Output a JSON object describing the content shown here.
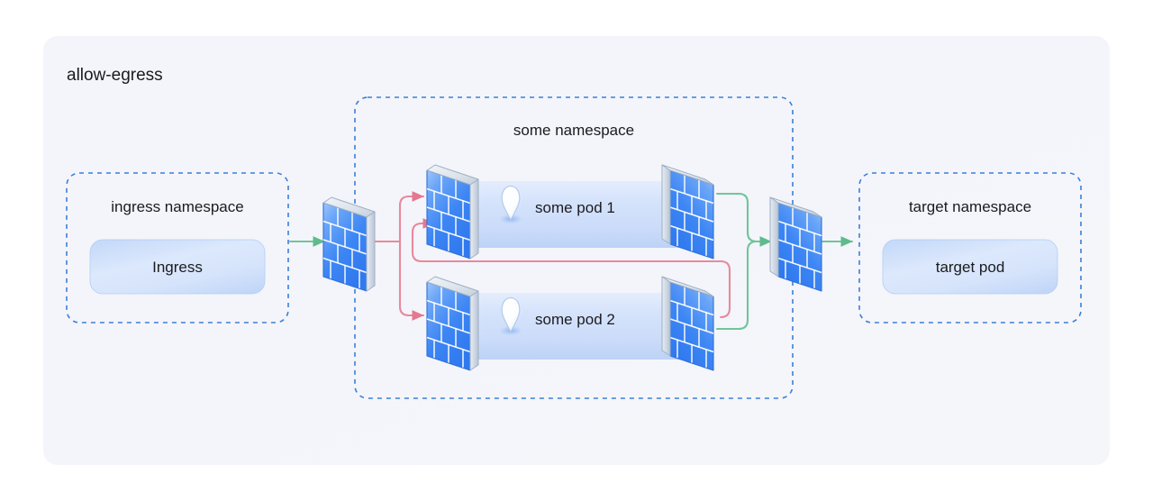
{
  "diagram": {
    "title": "allow-egress",
    "type": "kubernetes-network-policy",
    "background_color": "#ffffff",
    "panel_color": "#f4f5fa",
    "namespaces": [
      {
        "id": "ingress-namespace",
        "label": "ingress namespace",
        "pods": [
          {
            "id": "ingress",
            "label": "Ingress"
          }
        ]
      },
      {
        "id": "some-namespace",
        "label": "some namespace",
        "pods": [
          {
            "id": "some-pod-1",
            "label": "some pod 1",
            "icon": "pod-balloon-icon"
          },
          {
            "id": "some-pod-2",
            "label": "some pod 2",
            "icon": "pod-balloon-icon"
          }
        ]
      },
      {
        "id": "target-namespace",
        "label": "target namespace",
        "pods": [
          {
            "id": "target-pod",
            "label": "target pod"
          }
        ]
      }
    ],
    "firewalls": [
      {
        "id": "firewall-entry",
        "orientation": "right-facing"
      },
      {
        "id": "firewall-pod1-in",
        "orientation": "right-facing"
      },
      {
        "id": "firewall-pod1-out",
        "orientation": "left-facing"
      },
      {
        "id": "firewall-pod2-in",
        "orientation": "right-facing"
      },
      {
        "id": "firewall-pod2-out",
        "orientation": "left-facing"
      },
      {
        "id": "firewall-egress",
        "orientation": "left-facing"
      }
    ],
    "connectors": [
      {
        "id": "ingress-to-entry-firewall",
        "color": "#71c49a",
        "kind": "allowed"
      },
      {
        "id": "entry-firewall-to-pod1",
        "color": "#e8899c",
        "kind": "blocked"
      },
      {
        "id": "entry-firewall-to-pod2",
        "color": "#e8899c",
        "kind": "blocked"
      },
      {
        "id": "pod2-out-to-pod1-in",
        "color": "#e8899c",
        "kind": "blocked"
      },
      {
        "id": "pod1-out-to-egress-firewall",
        "color": "#71c49a",
        "kind": "allowed"
      },
      {
        "id": "pod2-out-to-egress-firewall",
        "color": "#71c49a",
        "kind": "allowed"
      },
      {
        "id": "egress-firewall-to-target-pod",
        "color": "#71c49a",
        "kind": "allowed"
      }
    ],
    "colors": {
      "allowed_line": "#71c49a",
      "blocked_line": "#e8899c",
      "dashed_border": "#3d7ed6",
      "brick_blue": "#3b87f5",
      "brick_edge_gray": "#c9d2dc",
      "pod_fill_light": "#dfeafd",
      "pod_fill_deep": "#bfd5f7",
      "text": "#1b1b1f"
    }
  }
}
